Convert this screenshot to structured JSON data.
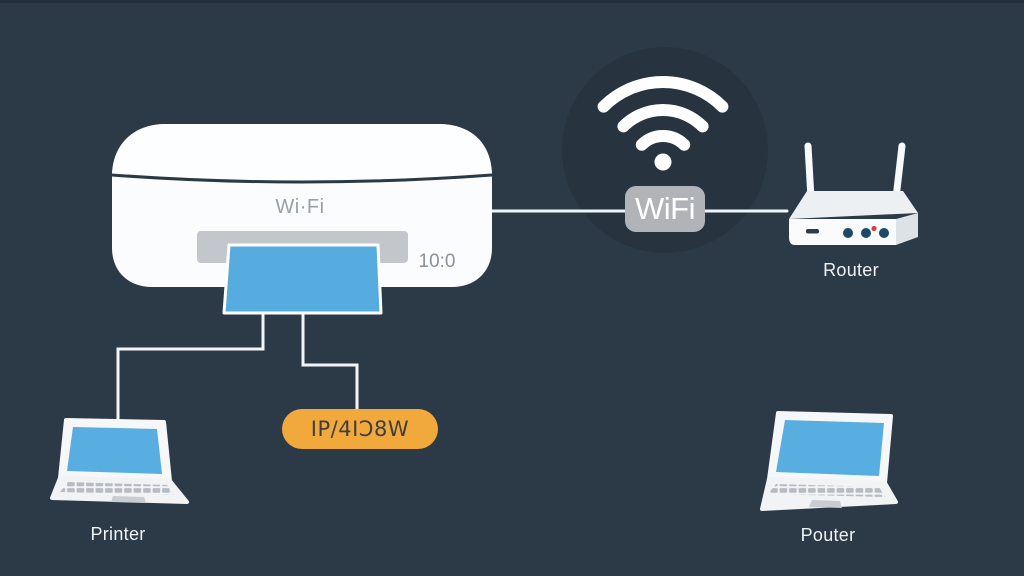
{
  "canvas": {
    "background_color": "#2c3a48",
    "top_edge_color": "#222e3a"
  },
  "printer": {
    "wifi_label": "Wi·Fi",
    "display_text": "10:0",
    "body_color": "#fbfcfd",
    "slot_color": "#c3c7cb",
    "paper_color": "#57acdf"
  },
  "wifi": {
    "badge_label": "WiFi",
    "badge_color": "#b0b4b8",
    "icon_color": "#ffffff"
  },
  "router": {
    "label": "Router",
    "body_color": "#fafbfc",
    "led_color": "#1c4966",
    "alert_led_color": "#d0453a"
  },
  "ip_badge": {
    "label": "IP/4IƆ8W",
    "color": "#f2a93c",
    "text_color": "#3f3e3e"
  },
  "laptops": {
    "left": {
      "label": "Printer",
      "screen_color": "#58ade1"
    },
    "right": {
      "label": "Pouter",
      "screen_color": "#58ade1"
    }
  },
  "connections": {
    "line_color": "#f2f5f7"
  }
}
